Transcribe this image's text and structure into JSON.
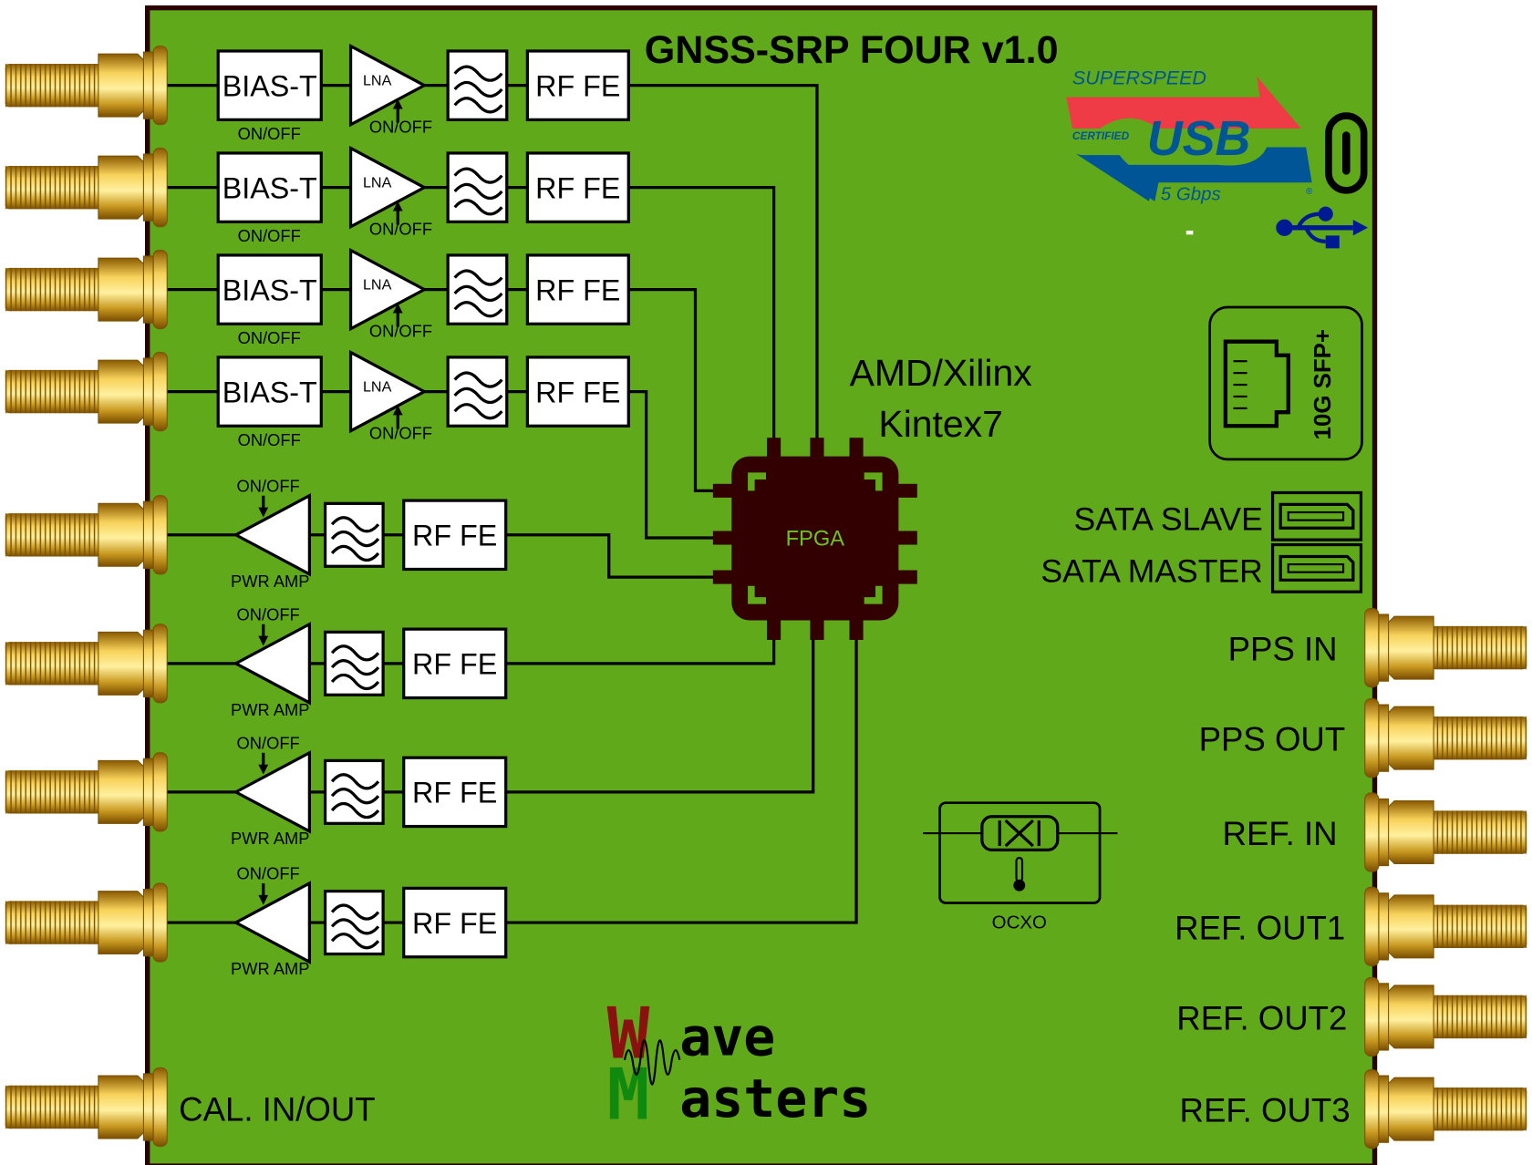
{
  "title": "GNSS-SRP FOUR v1.0",
  "fpga": {
    "vendor": "AMD/Xilinx",
    "family": "Kintex7",
    "label": "FPGA"
  },
  "usb": {
    "superspeed": "SUPERSPEED",
    "certified": "CERTIFIED",
    "usb": "USB",
    "speed": "5 Gbps",
    "reg": "®"
  },
  "sfp": "10G SFP+",
  "sata": [
    "SATA SLAVE",
    "SATA MASTER"
  ],
  "ocxo": "OCXO",
  "rx_chains": [
    {
      "bias": "BIAS-T",
      "bias_ctrl": "ON/OFF",
      "lna": "LNA",
      "lna_ctrl": "ON/OFF",
      "fe": "RF FE"
    },
    {
      "bias": "BIAS-T",
      "bias_ctrl": "ON/OFF",
      "lna": "LNA",
      "lna_ctrl": "ON/OFF",
      "fe": "RF FE"
    },
    {
      "bias": "BIAS-T",
      "bias_ctrl": "ON/OFF",
      "lna": "LNA",
      "lna_ctrl": "ON/OFF",
      "fe": "RF FE"
    },
    {
      "bias": "BIAS-T",
      "bias_ctrl": "ON/OFF",
      "lna": "LNA",
      "lna_ctrl": "ON/OFF",
      "fe": "RF FE"
    }
  ],
  "tx_chains": [
    {
      "ctrl": "ON/OFF",
      "amp": "PWR AMP",
      "fe": "RF FE"
    },
    {
      "ctrl": "ON/OFF",
      "amp": "PWR AMP",
      "fe": "RF FE"
    },
    {
      "ctrl": "ON/OFF",
      "amp": "PWR AMP",
      "fe": "RF FE"
    },
    {
      "ctrl": "ON/OFF",
      "amp": "PWR AMP",
      "fe": "RF FE"
    }
  ],
  "cal_port": "CAL. IN/OUT",
  "right_ports": [
    "PPS IN",
    "PPS OUT",
    "REF. IN",
    "REF. OUT1",
    "REF. OUT2",
    "REF. OUT3"
  ],
  "logo": {
    "w": "W",
    "ave": "ave",
    "m": "M",
    "asters": "asters"
  },
  "colors": {
    "board": "#5fa91a",
    "border": "#2d0000",
    "fpga": "#330000",
    "usb_red": "#ef3b45",
    "usb_blue": "#005596",
    "usb_icon": "#001a94",
    "logo_red": "#8b1010",
    "logo_green": "#0f8a0f"
  }
}
